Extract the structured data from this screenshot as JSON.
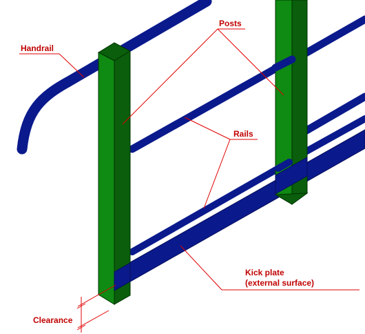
{
  "labels": {
    "handrail": "Handrail",
    "posts": "Posts",
    "rails": "Rails",
    "kick_plate_line1": "Kick plate",
    "kick_plate_line2": "(external surface)",
    "clearance": "Clearance"
  },
  "colors": {
    "rail_blue": "#0a1a8c",
    "rail_blue_dark": "#050c5a",
    "post_green": "#0f8a12",
    "post_green_dark": "#0a5e0c",
    "post_outline": "#003300",
    "leader_red": "#e00000",
    "label_red": "#c00000",
    "background": "#ffffff"
  }
}
